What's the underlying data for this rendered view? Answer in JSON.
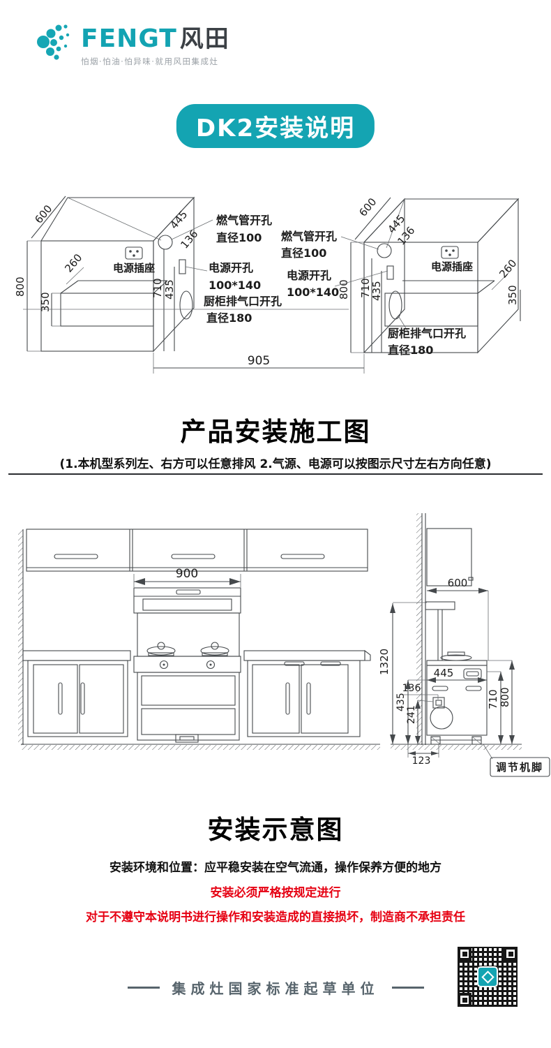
{
  "colors": {
    "teal": "#14a4b2",
    "red": "#e60012",
    "line": "#45494c"
  },
  "brand": {
    "name_en": "FENGT",
    "name_cn": "风田",
    "tagline": "怕烟·怕油·怕异味·就用风田集成灶"
  },
  "banner": {
    "title": "DK2安装说明"
  },
  "diagram_top": {
    "dims": {
      "d600": "600",
      "d445": "445",
      "d136": "136",
      "d260": "260",
      "d800": "800",
      "d350": "350",
      "d710": "710",
      "d435": "435",
      "d905": "905"
    },
    "labels": {
      "gas_1": "燃气管开孔",
      "gas_2": "直径100",
      "power_1": "电源开孔",
      "power_2": "100*140",
      "exhaust_1": "厨柜排气口开孔",
      "exhaust_2": "直径180",
      "socket": "电源插座"
    }
  },
  "section1": {
    "title": "产品安装施工图",
    "subtitle": "(1.本机型系列左、右方可以任意排风  2.气源、电源可以按图示尺寸左右方向任意)"
  },
  "diagram_bottom": {
    "dims": {
      "d900": "900",
      "d600": "600",
      "d1320": "1320",
      "d445": "445",
      "d136": "136",
      "d435": "435",
      "d241": "241",
      "d123": "123",
      "d710": "710",
      "d800": "800"
    },
    "labels": {
      "foot": "调节机脚"
    }
  },
  "section2": {
    "title": "安装示意图",
    "line1": "安装环境和位置：应平稳安装在空气流通，操作保养方便的地方",
    "line2": "安装必须严格按规定进行",
    "line3": "对于不遵守本说明书进行操作和安装造成的直接损坏，制造商不承担责任"
  },
  "footer": {
    "text": "集成灶国家标准起草单位"
  }
}
